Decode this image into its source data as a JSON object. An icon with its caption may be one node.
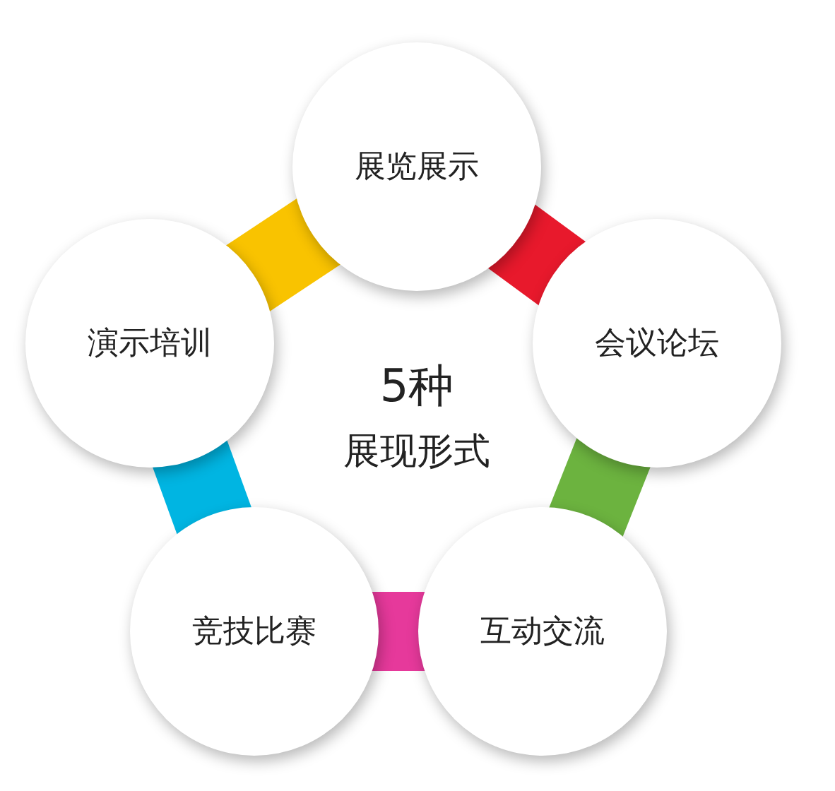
{
  "diagram": {
    "nodes": [
      {
        "text": [
          "展览展示"
        ]
      },
      {
        "text": [
          "演示培训"
        ]
      },
      {
        "text": [
          "会议论坛"
        ]
      },
      {
        "text": [
          "竞技比赛"
        ]
      },
      {
        "text": [
          "互动交流"
        ]
      }
    ],
    "edges": [
      {
        "from": 0,
        "to": 2,
        "arrow": "none",
        "color": "#e8192c"
      },
      {
        "from": 2,
        "to": 4,
        "arrow": "none",
        "color": "#6cb33f"
      },
      {
        "from": 4,
        "to": 3,
        "arrow": "none",
        "color": "#e6399b"
      },
      {
        "from": 3,
        "to": 1,
        "arrow": "none",
        "color": "#00b5e2"
      },
      {
        "from": 1,
        "to": 0,
        "arrow": "none",
        "color": "#f9c300"
      }
    ],
    "labels": [
      "5种",
      "展现形式"
    ]
  }
}
